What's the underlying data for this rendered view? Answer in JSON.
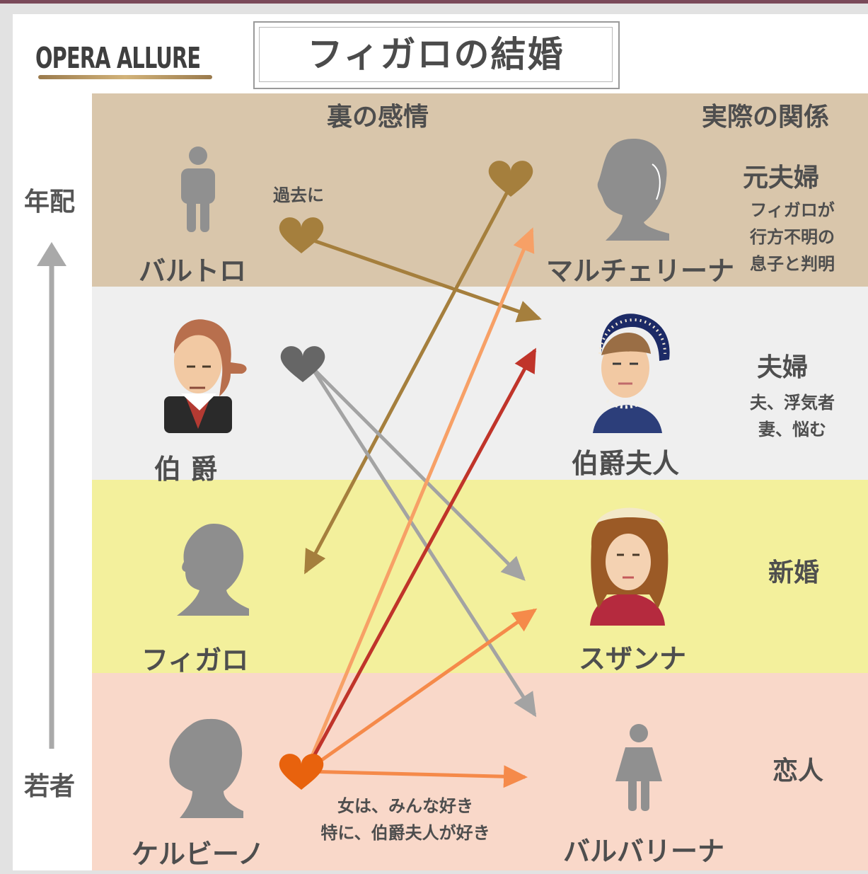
{
  "brand": "OPERA ALLURE",
  "title": "フィガロの結婚",
  "headers": {
    "left": "裏の感情",
    "right": "実際の関係"
  },
  "axis": {
    "top": "年配",
    "bottom": "若者"
  },
  "characters": {
    "bartolo": "バルトロ",
    "count": "伯 爵",
    "figaro": "フィガロ",
    "cherubino": "ケルビーノ",
    "marcellina": "マルチェリーナ",
    "countess": "伯爵夫人",
    "susanna": "スザンナ",
    "barbarina": "バルバリーナ"
  },
  "relations": {
    "row1": "元夫婦",
    "row1_note": [
      "フィガロが",
      "行方不明の",
      "息子と判明"
    ],
    "row2": "夫婦",
    "row2_note": [
      "夫、浮気者",
      "妻、悩む"
    ],
    "row3": "新婚",
    "row4": "恋人"
  },
  "labels": {
    "past": "過去に",
    "cherubino_note": [
      "女は、みんな好き",
      "特に、伯爵夫人が好き"
    ]
  },
  "colors": {
    "band1": "#d9c6ab",
    "band2": "#efefef",
    "band3": "#f3f09c",
    "band4": "#f9d8c9",
    "arrow_brown": "#a57f3d",
    "arrow_gray": "#a3a3a3",
    "arrow_orange": "#f7a066",
    "arrow_red": "#c0342a",
    "heart_orange": "#e8620d"
  }
}
